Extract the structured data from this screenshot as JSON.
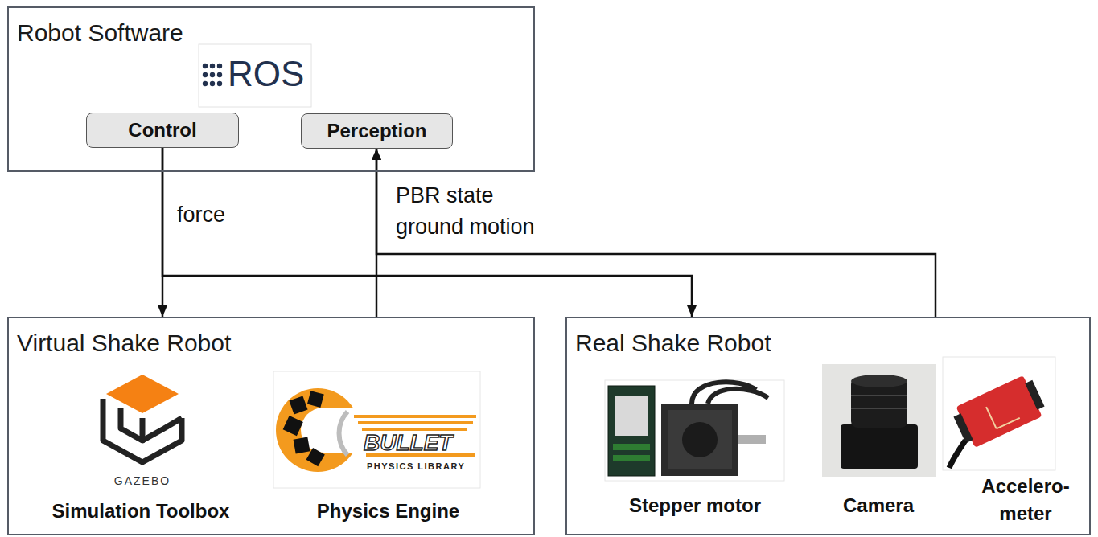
{
  "diagram": {
    "nodes": [
      {
        "text": [
          "Robot Software"
        ]
      },
      {
        "text": [
          "Control"
        ],
        "in": 0
      },
      {
        "text": [
          "Perception"
        ],
        "in": 0
      },
      {
        "text": [
          "Virtual Shake Robot"
        ]
      },
      {
        "text": [
          "Real Shake Robot"
        ]
      }
    ],
    "edges": [
      {
        "from": 1,
        "to": 3,
        "arrow": "to",
        "label": "force"
      },
      {
        "from": 1,
        "to": 4,
        "arrow": "to"
      },
      {
        "from": 3,
        "to": 2,
        "arrow": "to",
        "label": "PBR state ground motion"
      },
      {
        "from": 4,
        "to": 2,
        "arrow": "to"
      }
    ],
    "labels": [
      "ROS",
      "GAZEBO",
      "Simulation Toolbox",
      "BULLET",
      "PHYSICS LIBRARY",
      "Physics Engine",
      "Stepper motor",
      "Camera",
      "Accelero- meter"
    ]
  }
}
